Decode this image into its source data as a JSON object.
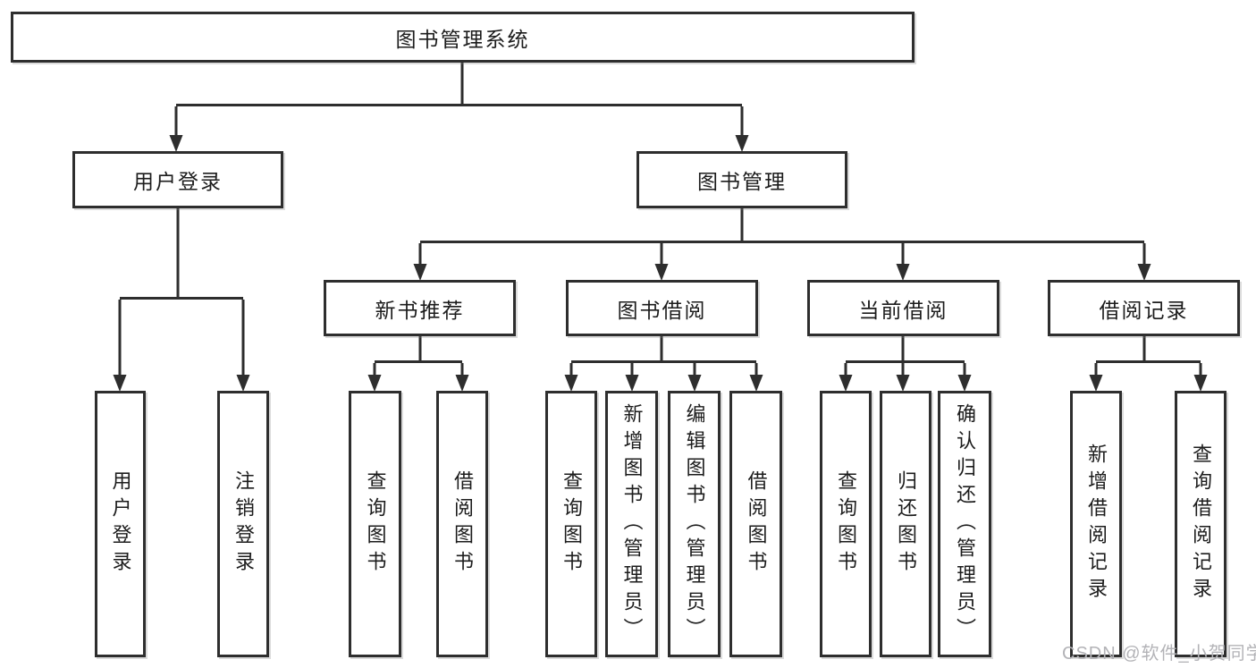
{
  "tree": {
    "label": "图书管理系统",
    "children": [
      {
        "label": "用户登录",
        "children": [
          {
            "label": "用户登录"
          },
          {
            "label": "注销登录"
          }
        ]
      },
      {
        "label": "图书管理",
        "children": [
          {
            "label": "新书推荐",
            "children": [
              {
                "label": "查询图书"
              },
              {
                "label": "借阅图书"
              }
            ]
          },
          {
            "label": "图书借阅",
            "children": [
              {
                "label": "查询图书"
              },
              {
                "label": "新增图书（管理员）"
              },
              {
                "label": "编辑图书（管理员）"
              },
              {
                "label": "借阅图书"
              }
            ]
          },
          {
            "label": "当前借阅",
            "children": [
              {
                "label": "查询图书"
              },
              {
                "label": "归还图书"
              },
              {
                "label": "确认归还（管理员）"
              }
            ]
          },
          {
            "label": "借阅记录",
            "children": [
              {
                "label": "新增借阅记录"
              },
              {
                "label": "查询借阅记录"
              }
            ]
          }
        ]
      }
    ]
  },
  "watermark": {
    "text": "CSDN @软件_小贺同学"
  },
  "colors": {
    "line": "#2e2e2e",
    "text": "#1c1c1c",
    "watermark": "#b3b3b7",
    "background": "#ffffff"
  }
}
